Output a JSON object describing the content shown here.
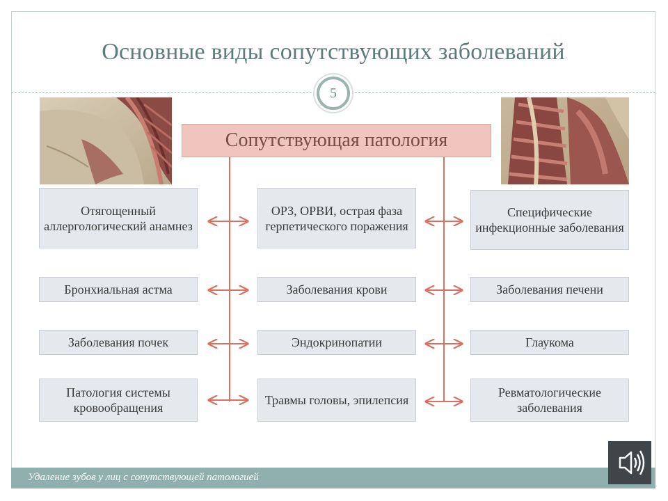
{
  "slide": {
    "title": "Основные виды сопутствующих заболеваний",
    "number": "5",
    "footer": "Удаление зубов у лиц с сопутствующей патологией"
  },
  "central": {
    "label": "Сопутствующая патология"
  },
  "columns": {
    "left": [
      "Отягощенный аллергологический анамнез",
      "Бронхиальная астма",
      "Заболевания почек",
      "Патология системы кровообращения"
    ],
    "middle": [
      "ОРЗ, ОРВИ, острая фаза герпетического поражения",
      "Заболевания крови",
      "Эндокринопатии",
      "Травмы головы, эпилепсия"
    ],
    "right": [
      "Специфические инфекционные заболевания",
      "Заболевания печени",
      "Глаукома",
      "Ревматологические заболевания"
    ]
  },
  "colors": {
    "accent": "#d97062",
    "title": "#5e7b7b",
    "footer_bar": "#8fb0ae",
    "box_fill": "#e5e8ed",
    "central_fill": "#efc5bd"
  },
  "icons": {
    "sound": "speaker-icon"
  }
}
